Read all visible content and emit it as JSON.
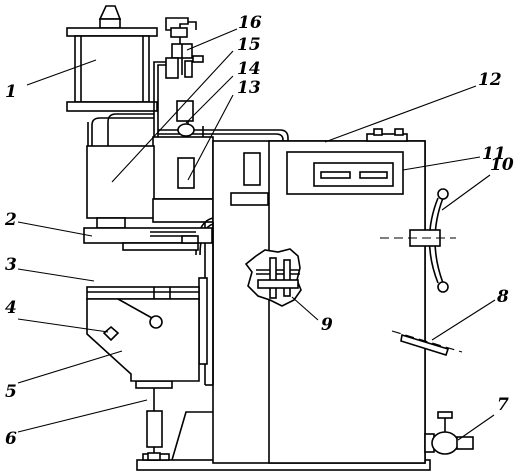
{
  "figure": {
    "callouts": [
      {
        "id": "c1",
        "text": "1"
      },
      {
        "id": "c2",
        "text": "2"
      },
      {
        "id": "c3",
        "text": "3"
      },
      {
        "id": "c4",
        "text": "4"
      },
      {
        "id": "c5",
        "text": "5"
      },
      {
        "id": "c6",
        "text": "6"
      },
      {
        "id": "c7",
        "text": "7"
      },
      {
        "id": "c8",
        "text": "8"
      },
      {
        "id": "c9",
        "text": "9"
      },
      {
        "id": "c10",
        "text": "10"
      },
      {
        "id": "c11",
        "text": "11"
      },
      {
        "id": "c12",
        "text": "12"
      },
      {
        "id": "c13",
        "text": "13"
      },
      {
        "id": "c14",
        "text": "14"
      },
      {
        "id": "c15",
        "text": "15"
      },
      {
        "id": "c16",
        "text": "16"
      }
    ]
  }
}
